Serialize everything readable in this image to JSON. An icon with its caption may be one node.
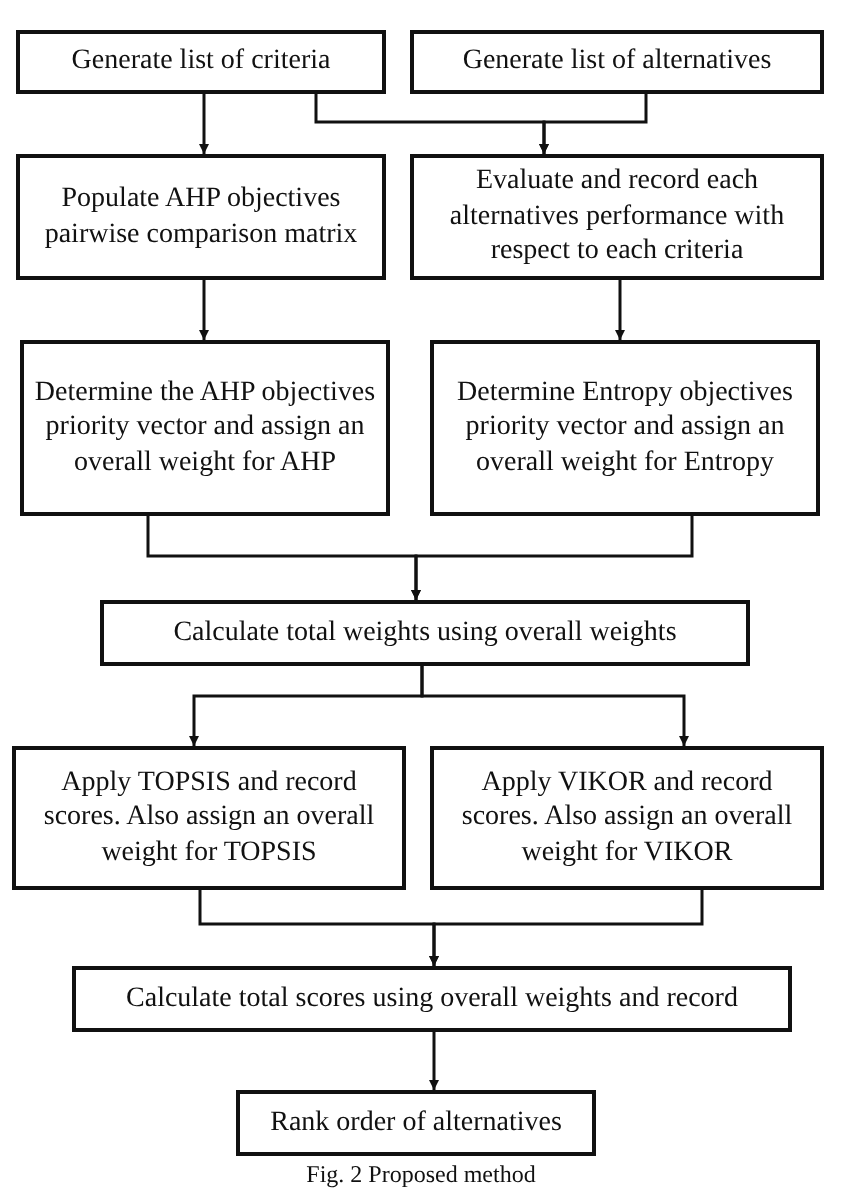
{
  "diagram": {
    "caption": "Fig. 2 Proposed method",
    "nodes": [
      {
        "text": [
          "Generate list of criteria"
        ]
      },
      {
        "text": [
          "Generate list of alternatives"
        ]
      },
      {
        "text": [
          "Populate AHP objectives pairwise comparison matrix"
        ]
      },
      {
        "text": [
          "Evaluate and record each alternatives performance with respect to each criteria"
        ]
      },
      {
        "text": [
          "Determine the AHP objectives priority vector and assign an overall weight for AHP"
        ]
      },
      {
        "text": [
          "Determine Entropy objectives priority vector and assign an overall weight for Entropy"
        ]
      },
      {
        "text": [
          "Calculate total weights using overall weights"
        ]
      },
      {
        "text": [
          "Apply TOPSIS and record scores. Also assign an overall weight for TOPSIS"
        ]
      },
      {
        "text": [
          "Apply VIKOR and record scores. Also assign an overall weight for VIKOR"
        ]
      },
      {
        "text": [
          "Calculate total scores using overall weights and record"
        ]
      },
      {
        "text": [
          "Rank order of alternatives"
        ]
      }
    ],
    "edges": [
      {
        "from": 0,
        "to": 2,
        "arrow": "to"
      },
      {
        "from": 0,
        "to": 3,
        "arrow": "to"
      },
      {
        "from": 1,
        "to": 3,
        "arrow": "to"
      },
      {
        "from": 2,
        "to": 4,
        "arrow": "to"
      },
      {
        "from": 3,
        "to": 5,
        "arrow": "to"
      },
      {
        "from": 4,
        "to": 6,
        "arrow": "to"
      },
      {
        "from": 5,
        "to": 6,
        "arrow": "to"
      },
      {
        "from": 6,
        "to": 7,
        "arrow": "to"
      },
      {
        "from": 6,
        "to": 8,
        "arrow": "to"
      },
      {
        "from": 7,
        "to": 9,
        "arrow": "to"
      },
      {
        "from": 8,
        "to": 9,
        "arrow": "to"
      },
      {
        "from": 9,
        "to": 10,
        "arrow": "to"
      }
    ]
  }
}
